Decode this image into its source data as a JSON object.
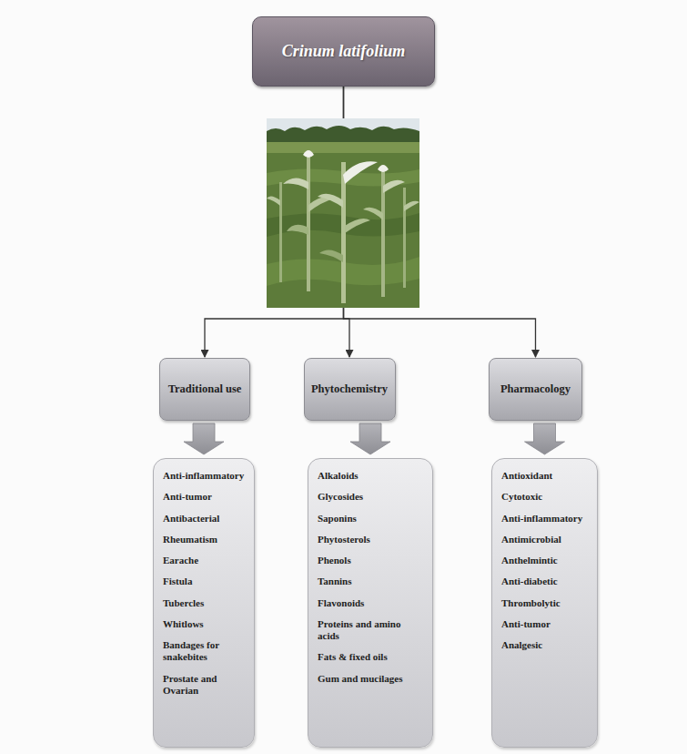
{
  "diagram": {
    "nodes": [
      {
        "text": [
          "Crinum latifolium"
        ]
      },
      {
        "text": [
          "Traditional use"
        ]
      },
      {
        "text": [
          "Phytochemistry"
        ]
      },
      {
        "text": [
          "Pharmacology"
        ]
      },
      {
        "text": [
          "Anti-inflammatory",
          "Anti-tumor",
          "Antibacterial",
          "Rheumatism",
          "Earache",
          "Fistula",
          "Tubercles",
          "Whitlows",
          "Bandages for snakebites",
          "Prostate and Ovarian"
        ]
      },
      {
        "text": [
          "Alkaloids",
          "Glycosides",
          "Saponins",
          "Phytosterols",
          "Phenols",
          "Tannins",
          "Flavonoids",
          "Proteins and amino acids",
          "Fats & fixed oils",
          "Gum and mucilages"
        ]
      },
      {
        "text": [
          "Antioxidant",
          "Cytotoxic",
          "Anti-inflammatory",
          "Antimicrobial",
          "Anthelmintic",
          "Anti-diabetic",
          "Thrombolytic",
          "Anti-tumor",
          "Analgesic"
        ]
      }
    ],
    "edges": [
      {
        "from": 0,
        "to": 1,
        "arrow": "to"
      },
      {
        "from": 0,
        "to": 2,
        "arrow": "to"
      },
      {
        "from": 0,
        "to": 3,
        "arrow": "to"
      },
      {
        "from": 1,
        "to": 4,
        "arrow": "to"
      },
      {
        "from": 2,
        "to": 5,
        "arrow": "to"
      },
      {
        "from": 3,
        "to": 6,
        "arrow": "to"
      }
    ]
  }
}
